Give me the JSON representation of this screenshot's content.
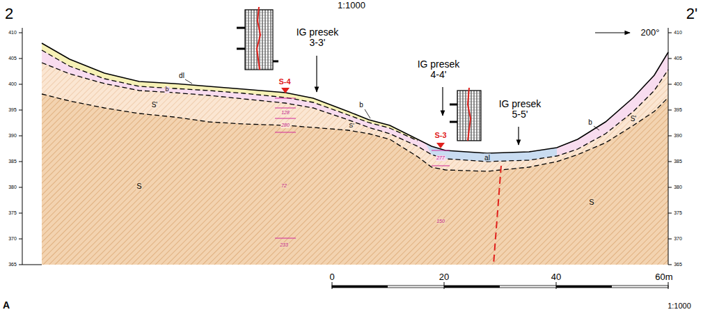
{
  "diagram": {
    "labels": [
      "1:1000",
      "2",
      "2'",
      "200°",
      "410",
      "405",
      "400",
      "395",
      "390",
      "385",
      "380",
      "375",
      "370",
      "365",
      "410",
      "405",
      "400",
      "395",
      "390",
      "385",
      "380",
      "375",
      "370",
      "365",
      "IG presek 3-3'",
      "IG presek 4-4'",
      "IG presek 5-5'",
      "dl",
      "b",
      "b",
      "b",
      "S'",
      "S'",
      "S'",
      "S",
      "S",
      "al",
      "S-4",
      "S-3",
      "128",
      "280",
      "72",
      "233",
      "277",
      "150",
      "0",
      "20",
      "40",
      "60m",
      "1:1000",
      "A"
    ]
  }
}
